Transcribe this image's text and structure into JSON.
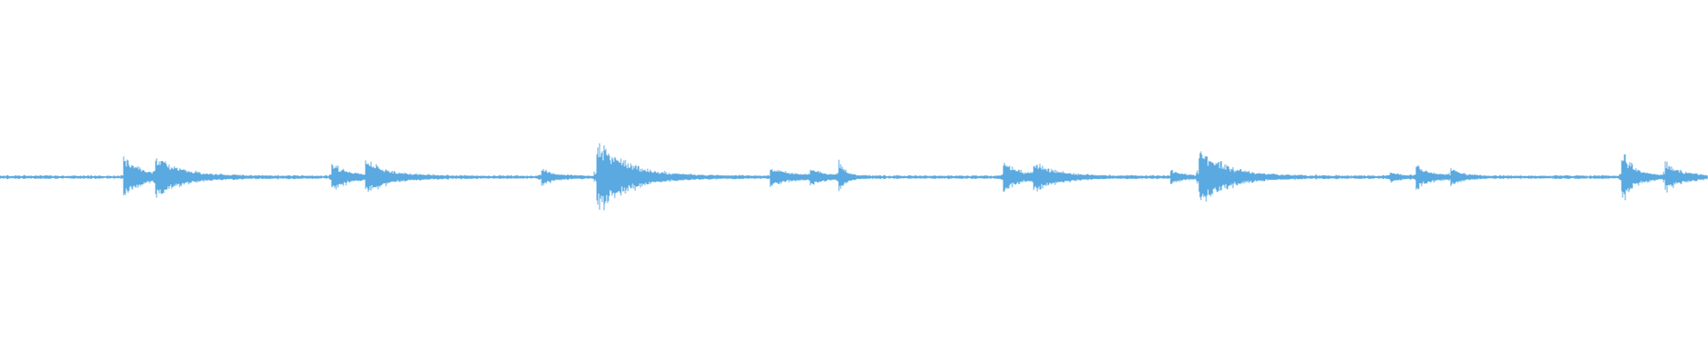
{
  "waveform": {
    "color": "#5aa9e0",
    "background": "#ffffff",
    "baseline_amplitude": 0.012,
    "bursts": [
      {
        "position": 0.072,
        "amplitude": 0.14,
        "decay": 0.01
      },
      {
        "position": 0.091,
        "amplitude": 0.11,
        "decay": 0.016
      },
      {
        "position": 0.194,
        "amplitude": 0.09,
        "decay": 0.01
      },
      {
        "position": 0.214,
        "amplitude": 0.1,
        "decay": 0.014
      },
      {
        "position": 0.317,
        "amplitude": 0.05,
        "decay": 0.008
      },
      {
        "position": 0.349,
        "amplitude": 0.24,
        "decay": 0.018
      },
      {
        "position": 0.451,
        "amplitude": 0.06,
        "decay": 0.012
      },
      {
        "position": 0.474,
        "amplitude": 0.05,
        "decay": 0.008
      },
      {
        "position": 0.491,
        "amplitude": 0.09,
        "decay": 0.004
      },
      {
        "position": 0.587,
        "amplitude": 0.1,
        "decay": 0.01
      },
      {
        "position": 0.605,
        "amplitude": 0.08,
        "decay": 0.014
      },
      {
        "position": 0.685,
        "amplitude": 0.05,
        "decay": 0.006
      },
      {
        "position": 0.702,
        "amplitude": 0.19,
        "decay": 0.016
      },
      {
        "position": 0.814,
        "amplitude": 0.03,
        "decay": 0.006
      },
      {
        "position": 0.829,
        "amplitude": 0.08,
        "decay": 0.008
      },
      {
        "position": 0.849,
        "amplitude": 0.05,
        "decay": 0.006
      },
      {
        "position": 0.949,
        "amplitude": 0.17,
        "decay": 0.008
      },
      {
        "position": 0.975,
        "amplitude": 0.09,
        "decay": 0.01
      }
    ]
  }
}
